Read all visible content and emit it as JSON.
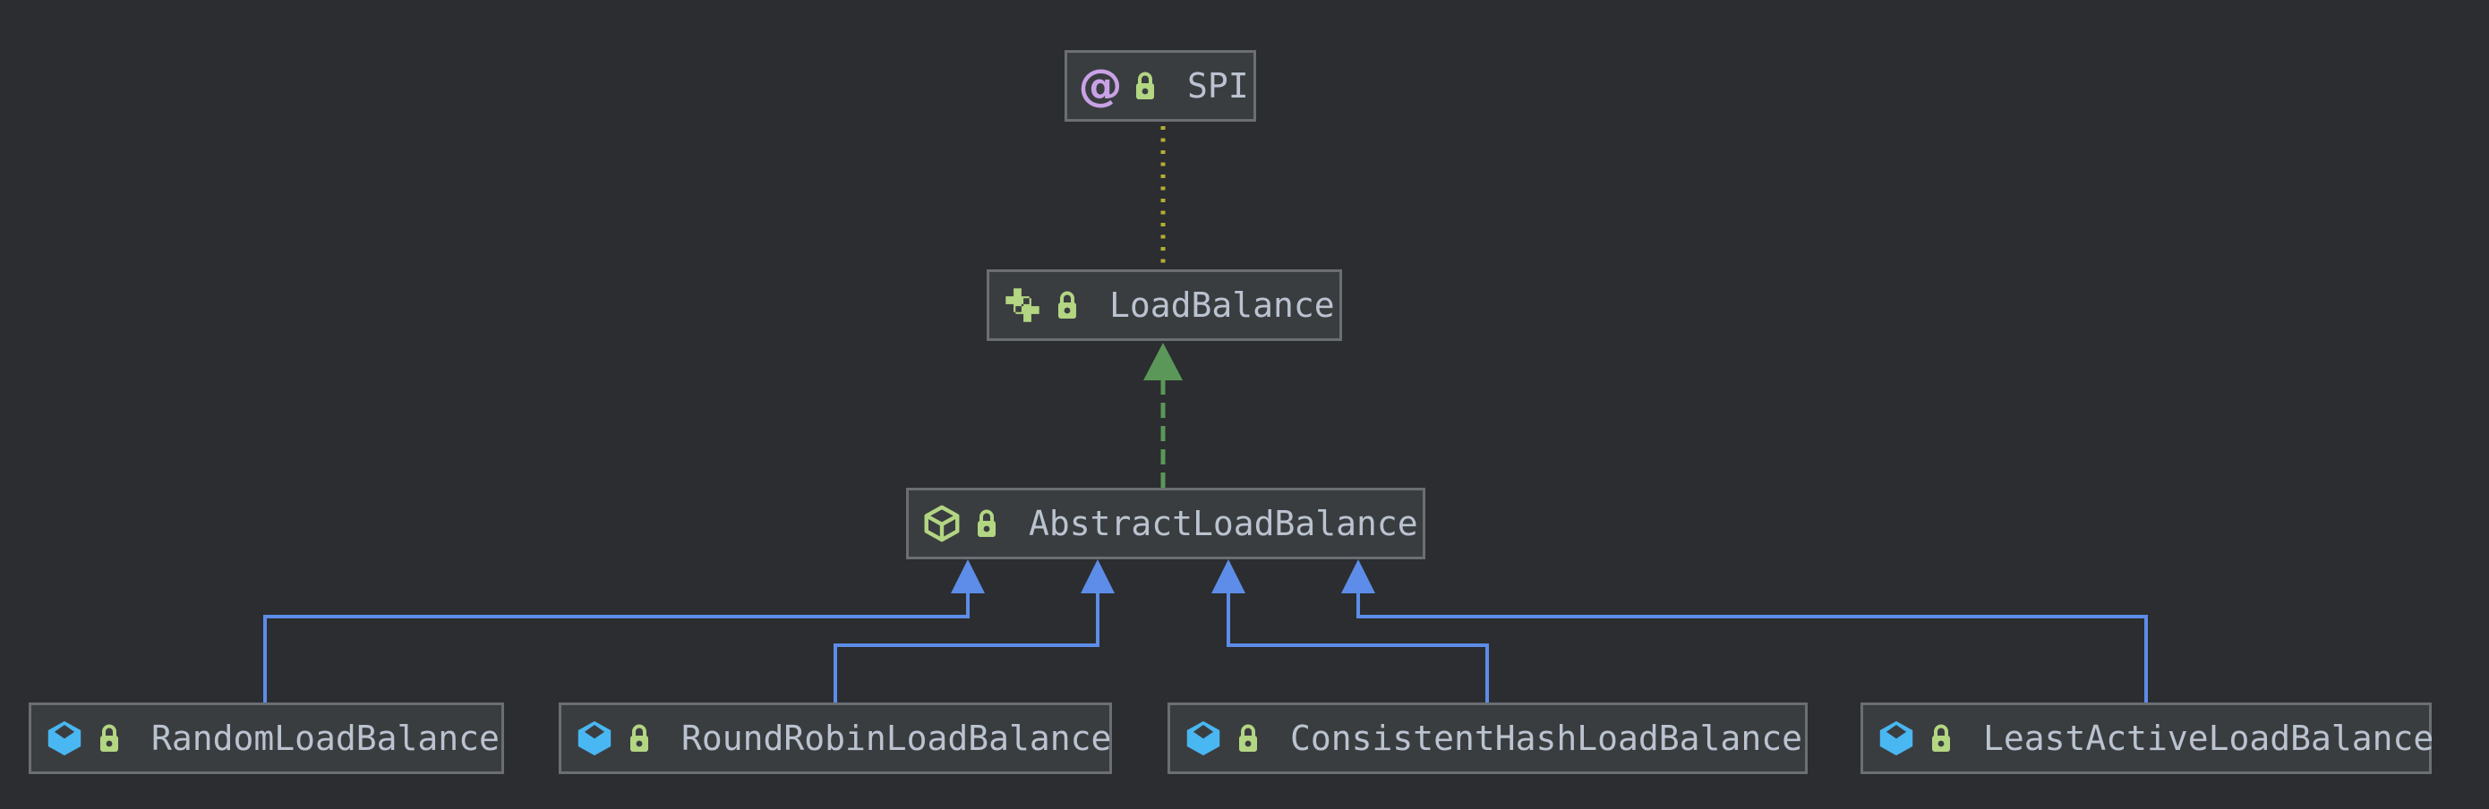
{
  "diagram": {
    "kind": "uml-class-diagram",
    "theme": "dark",
    "colors": {
      "background": "#2b2d30",
      "node_fill": "#3a3d40",
      "node_border": "#6b6f74",
      "node_text": "#bac3cf",
      "inheritance_edge": "#5d8de8",
      "realization_edge": "#5a9758",
      "annotation_edge": "#b4ad33",
      "icon_green": "#b3d682",
      "icon_blue": "#49b7f2",
      "icon_purple": "#c9a2e6"
    },
    "icons": {
      "annotation_glyph": "@"
    },
    "nodes": [
      {
        "id": "spi",
        "label": "SPI",
        "stereotype": "annotation",
        "icons": [
          "annotation-icon",
          "lock-icon"
        ]
      },
      {
        "id": "load-balance",
        "label": "LoadBalance",
        "stereotype": "interface",
        "icons": [
          "interface-icon",
          "lock-icon"
        ]
      },
      {
        "id": "abstract-load-balance",
        "label": "AbstractLoadBalance",
        "stereotype": "abstract-class",
        "icons": [
          "abstract-class-icon",
          "lock-icon"
        ]
      },
      {
        "id": "random-load-balance",
        "label": "RandomLoadBalance",
        "stereotype": "class",
        "icons": [
          "class-icon",
          "lock-icon"
        ]
      },
      {
        "id": "round-robin-load-balance",
        "label": "RoundRobinLoadBalance",
        "stereotype": "class",
        "icons": [
          "class-icon",
          "lock-icon"
        ]
      },
      {
        "id": "consistent-hash-load-balance",
        "label": "ConsistentHashLoadBalance",
        "stereotype": "class",
        "icons": [
          "class-icon",
          "lock-icon"
        ]
      },
      {
        "id": "least-active-load-balance",
        "label": "LeastActiveLoadBalance",
        "stereotype": "class",
        "icons": [
          "class-icon",
          "lock-icon"
        ]
      }
    ],
    "edges": [
      {
        "from": "LoadBalance",
        "to": "SPI",
        "type": "annotated-with",
        "line": "dotted",
        "color": "#b4ad33"
      },
      {
        "from": "AbstractLoadBalance",
        "to": "LoadBalance",
        "type": "realization",
        "line": "dashed",
        "color": "#5a9758"
      },
      {
        "from": "RandomLoadBalance",
        "to": "AbstractLoadBalance",
        "type": "inheritance",
        "line": "solid",
        "color": "#5d8de8"
      },
      {
        "from": "RoundRobinLoadBalance",
        "to": "AbstractLoadBalance",
        "type": "inheritance",
        "line": "solid",
        "color": "#5d8de8"
      },
      {
        "from": "ConsistentHashLoadBalance",
        "to": "AbstractLoadBalance",
        "type": "inheritance",
        "line": "solid",
        "color": "#5d8de8"
      },
      {
        "from": "LeastActiveLoadBalance",
        "to": "AbstractLoadBalance",
        "type": "inheritance",
        "line": "solid",
        "color": "#5d8de8"
      }
    ]
  }
}
